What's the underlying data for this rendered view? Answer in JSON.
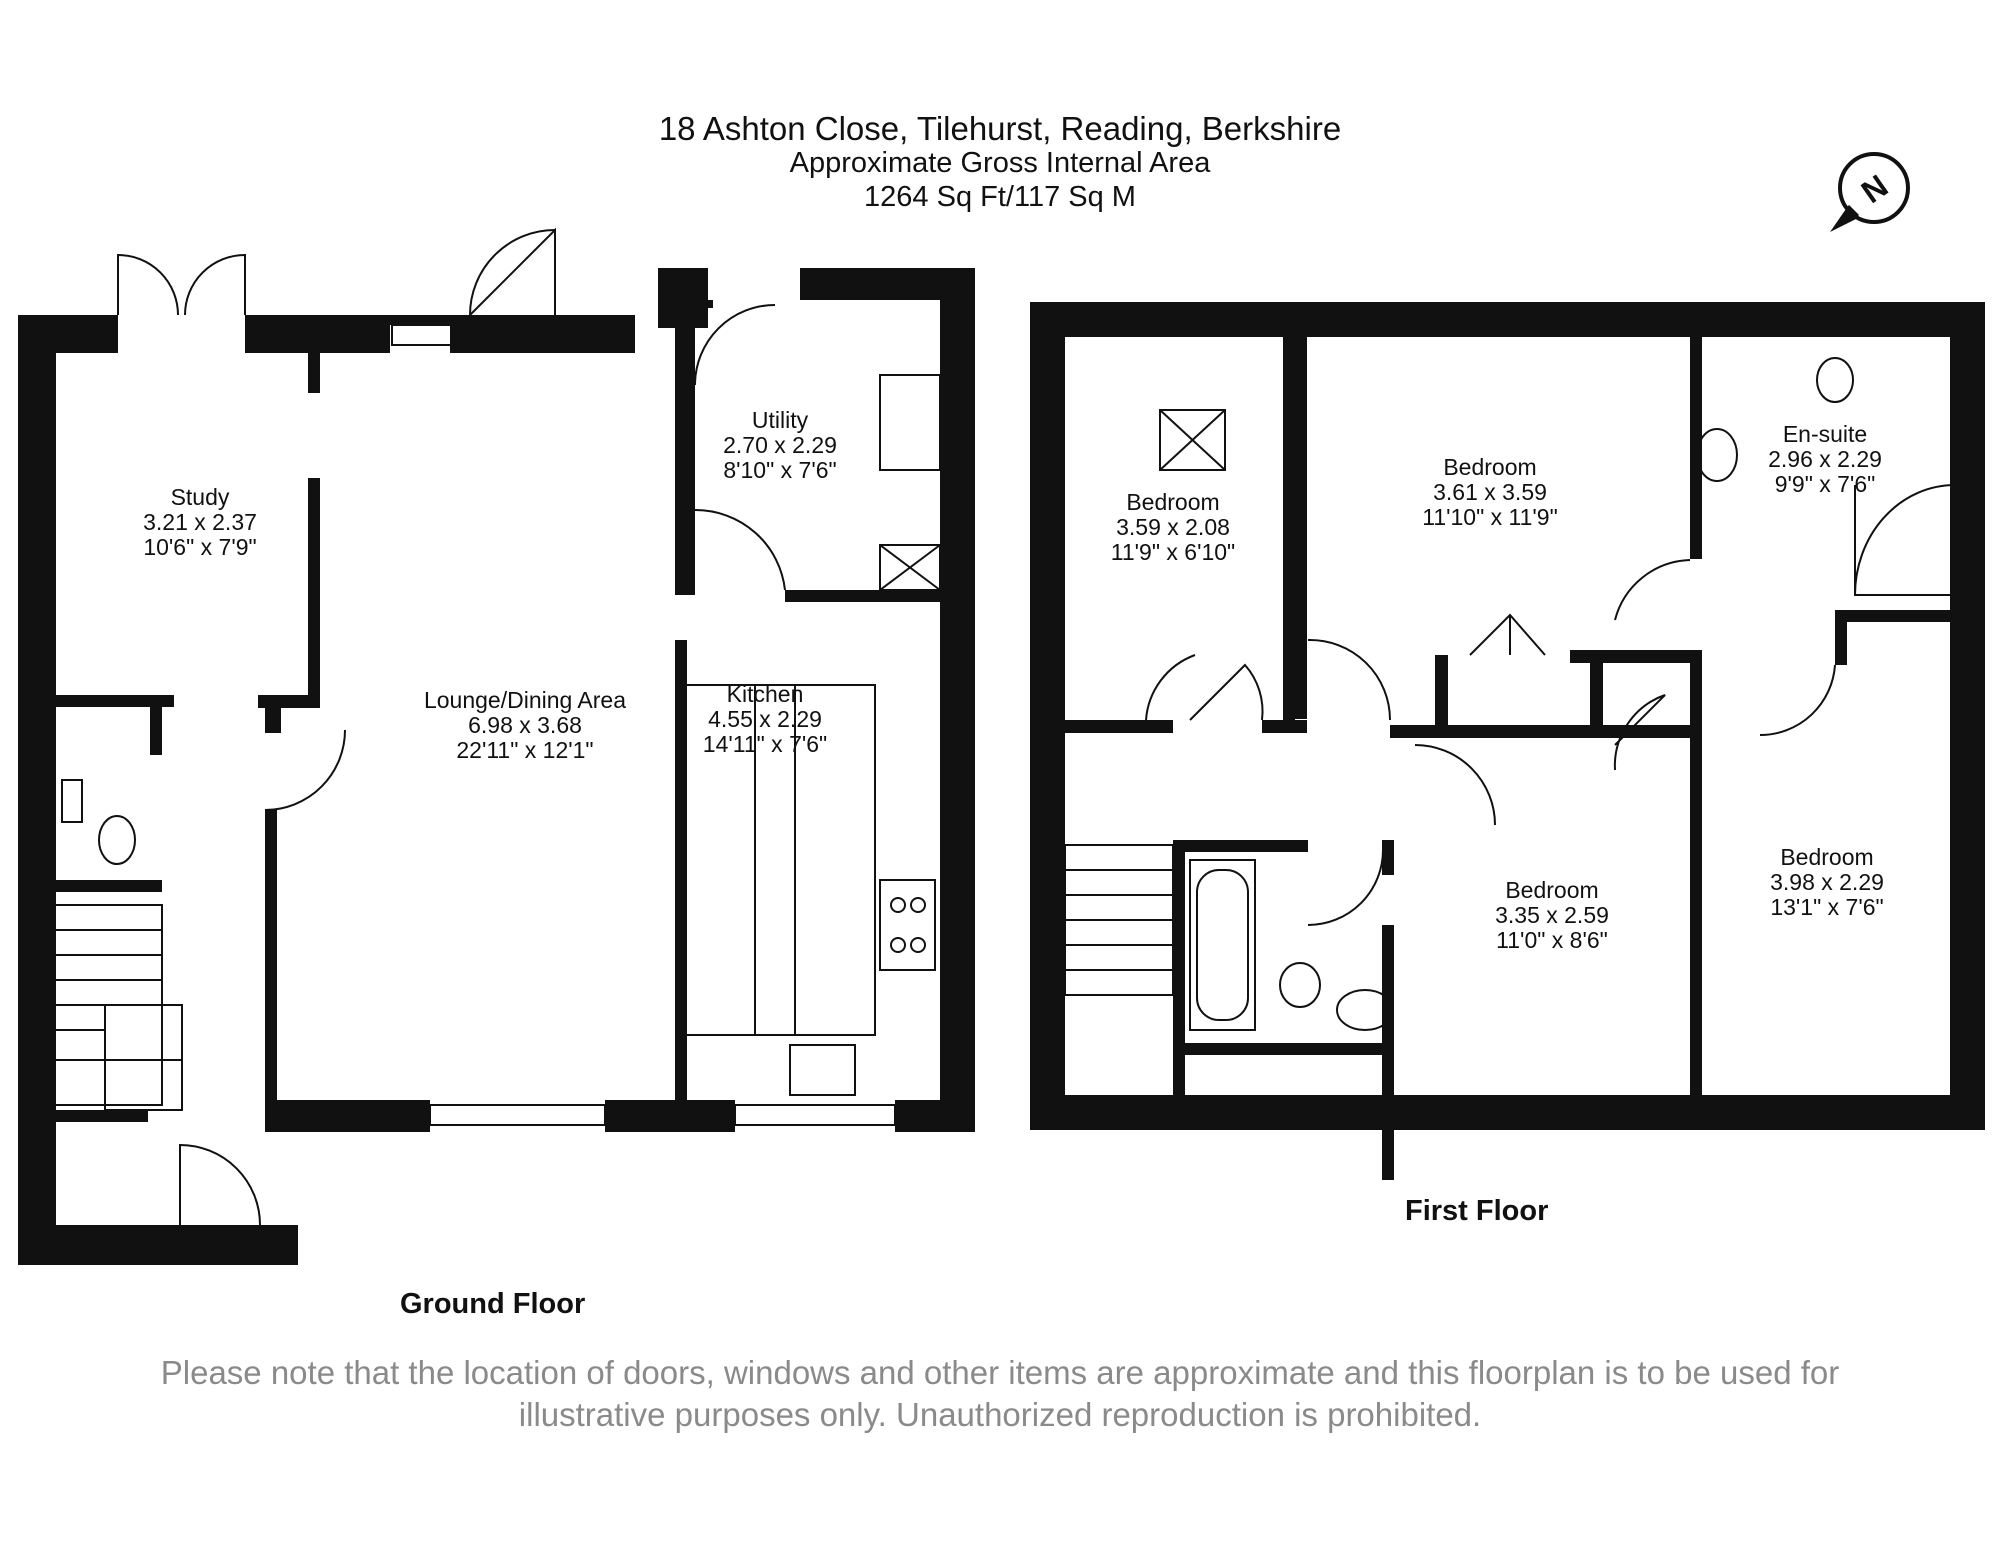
{
  "header": {
    "address": "18 Ashton Close, Tilehurst, Reading, Berkshire",
    "area_label": "Approximate Gross Internal Area",
    "area_value": "1264 Sq Ft/117 Sq M"
  },
  "compass": {
    "letter": "N",
    "icon": "north-arrow-icon"
  },
  "ground_floor": {
    "label": "Ground Floor",
    "rooms": [
      {
        "name": "Study",
        "metric": "3.21 x 2.37",
        "imperial": "10'6\" x 7'9\""
      },
      {
        "name": "Lounge/Dining Area",
        "metric": "6.98 x 3.68",
        "imperial": "22'11\" x 12'1\""
      },
      {
        "name": "Utility",
        "metric": "2.70 x 2.29",
        "imperial": "8'10\" x 7'6\""
      },
      {
        "name": "Kitchen",
        "metric": "4.55 x 2.29",
        "imperial": "14'11\" x 7'6\""
      }
    ]
  },
  "first_floor": {
    "label": "First Floor",
    "rooms": [
      {
        "name": "Bedroom",
        "metric": "3.59 x 2.08",
        "imperial": "11'9\" x 6'10\""
      },
      {
        "name": "Bedroom",
        "metric": "3.61 x 3.59",
        "imperial": "11'10\" x 11'9\""
      },
      {
        "name": "En-suite",
        "metric": "2.96 x 2.29",
        "imperial": "9'9\" x 7'6\""
      },
      {
        "name": "Bedroom",
        "metric": "3.35 x 2.59",
        "imperial": "11'0\" x 8'6\""
      },
      {
        "name": "Bedroom",
        "metric": "3.98 x 2.29",
        "imperial": "13'1\" x 7'6\""
      }
    ]
  },
  "disclaimer": {
    "line1": "Please note that the location of doors, windows and other items are approximate and this floorplan is to be used for",
    "line2": "illustrative purposes only. Unauthorized reproduction is prohibited."
  },
  "colors": {
    "wall": "#111111",
    "text": "#111111",
    "disclaimer": "#8a8a8a",
    "fixture": "#777777"
  }
}
